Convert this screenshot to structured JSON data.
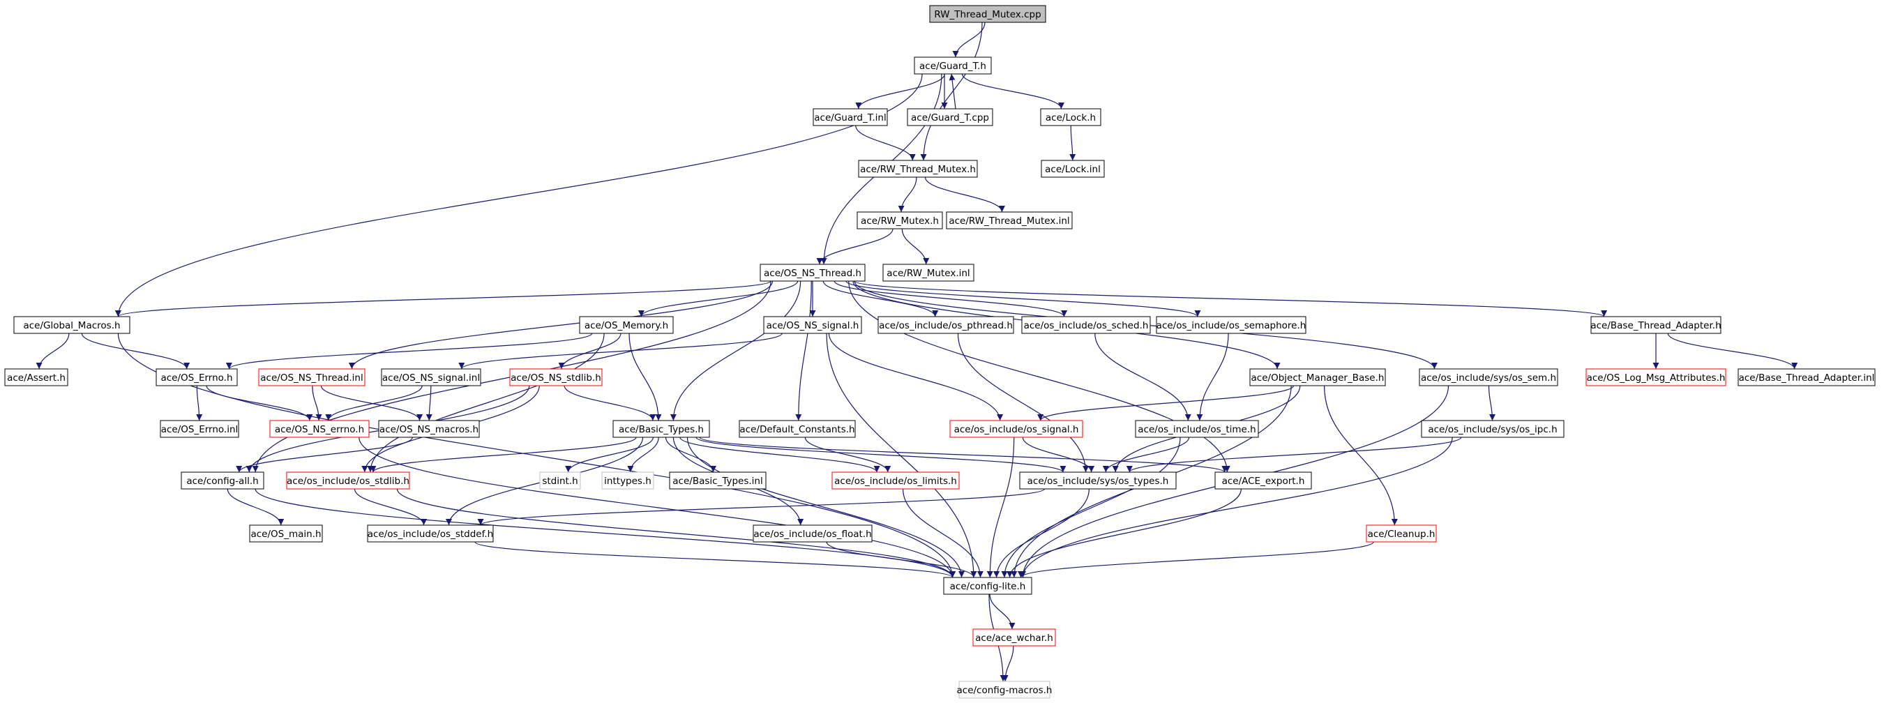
{
  "colors": {
    "edge": "#191970",
    "node_border": "#000000",
    "node_missing_border": "#ff0000",
    "node_external_border": "#bfbfbf",
    "root_fill": "#bfbfbf",
    "text": "#000000"
  },
  "graph": {
    "nodes": [
      {
        "id": "rw_cpp",
        "label": "RW_Thread_Mutex.cpp",
        "style": "root"
      },
      {
        "id": "guard_h",
        "label": "ace/Guard_T.h",
        "style": "normal"
      },
      {
        "id": "guard_inl",
        "label": "ace/Guard_T.inl",
        "style": "normal"
      },
      {
        "id": "guard_cpp",
        "label": "ace/Guard_T.cpp",
        "style": "normal"
      },
      {
        "id": "lock_h",
        "label": "ace/Lock.h",
        "style": "normal"
      },
      {
        "id": "lock_inl",
        "label": "ace/Lock.inl",
        "style": "normal"
      },
      {
        "id": "rwtm_h",
        "label": "ace/RW_Thread_Mutex.h",
        "style": "normal"
      },
      {
        "id": "rwm_h",
        "label": "ace/RW_Mutex.h",
        "style": "normal"
      },
      {
        "id": "rwtm_inl",
        "label": "ace/RW_Thread_Mutex.inl",
        "style": "normal"
      },
      {
        "id": "osnst_h",
        "label": "ace/OS_NS_Thread.h",
        "style": "normal"
      },
      {
        "id": "rwm_inl",
        "label": "ace/RW_Mutex.inl",
        "style": "normal"
      },
      {
        "id": "gm_h",
        "label": "ace/Global_Macros.h",
        "style": "normal"
      },
      {
        "id": "osmem_h",
        "label": "ace/OS_Memory.h",
        "style": "normal"
      },
      {
        "id": "osnssig_h",
        "label": "ace/OS_NS_signal.h",
        "style": "normal"
      },
      {
        "id": "pthread_h",
        "label": "ace/os_include/os_pthread.h",
        "style": "normal"
      },
      {
        "id": "sched_h",
        "label": "ace/os_include/os_sched.h",
        "style": "normal"
      },
      {
        "id": "sema_h",
        "label": "ace/os_include/os_semaphore.h",
        "style": "normal"
      },
      {
        "id": "bta_h",
        "label": "ace/Base_Thread_Adapter.h",
        "style": "normal"
      },
      {
        "id": "assert_h",
        "label": "ace/Assert.h",
        "style": "normal"
      },
      {
        "id": "errno_h",
        "label": "ace/OS_Errno.h",
        "style": "normal"
      },
      {
        "id": "osnst_inl",
        "label": "ace/OS_NS_Thread.inl",
        "style": "missing"
      },
      {
        "id": "osnssig_inl",
        "label": "ace/OS_NS_signal.inl",
        "style": "normal"
      },
      {
        "id": "osnsstd_h",
        "label": "ace/OS_NS_stdlib.h",
        "style": "missing"
      },
      {
        "id": "omb_h",
        "label": "ace/Object_Manager_Base.h",
        "style": "normal"
      },
      {
        "id": "syssem_h",
        "label": "ace/os_include/sys/os_sem.h",
        "style": "normal"
      },
      {
        "id": "logmsg_h",
        "label": "ace/OS_Log_Msg_Attributes.h",
        "style": "missing"
      },
      {
        "id": "bta_inl",
        "label": "ace/Base_Thread_Adapter.inl",
        "style": "normal"
      },
      {
        "id": "errno_inl",
        "label": "ace/OS_Errno.inl",
        "style": "normal"
      },
      {
        "id": "osnserr_h",
        "label": "ace/OS_NS_errno.h",
        "style": "missing"
      },
      {
        "id": "osnsmac_h",
        "label": "ace/OS_NS_macros.h",
        "style": "normal"
      },
      {
        "id": "bt_h",
        "label": "ace/Basic_Types.h",
        "style": "normal"
      },
      {
        "id": "defc_h",
        "label": "ace/Default_Constants.h",
        "style": "normal"
      },
      {
        "id": "ossig_h",
        "label": "ace/os_include/os_signal.h",
        "style": "missing"
      },
      {
        "id": "ostime_h",
        "label": "ace/os_include/os_time.h",
        "style": "normal"
      },
      {
        "id": "sysipc_h",
        "label": "ace/os_include/sys/os_ipc.h",
        "style": "normal"
      },
      {
        "id": "cfgall_h",
        "label": "ace/config-all.h",
        "style": "normal"
      },
      {
        "id": "osstd_h",
        "label": "ace/os_include/os_stdlib.h",
        "style": "missing"
      },
      {
        "id": "stdint_h",
        "label": "stdint.h",
        "style": "external"
      },
      {
        "id": "inttypes_h",
        "label": "inttypes.h",
        "style": "external"
      },
      {
        "id": "bt_inl",
        "label": "ace/Basic_Types.inl",
        "style": "normal"
      },
      {
        "id": "limits_h",
        "label": "ace/os_include/os_limits.h",
        "style": "missing"
      },
      {
        "id": "systypes_h",
        "label": "ace/os_include/sys/os_types.h",
        "style": "normal"
      },
      {
        "id": "export_h",
        "label": "ace/ACE_export.h",
        "style": "normal"
      },
      {
        "id": "osmain_h",
        "label": "ace/OS_main.h",
        "style": "normal"
      },
      {
        "id": "stddef_h",
        "label": "ace/os_include/os_stddef.h",
        "style": "normal"
      },
      {
        "id": "float_h",
        "label": "ace/os_include/os_float.h",
        "style": "normal"
      },
      {
        "id": "cleanup_h",
        "label": "ace/Cleanup.h",
        "style": "missing"
      },
      {
        "id": "cfglite_h",
        "label": "ace/config-lite.h",
        "style": "normal"
      },
      {
        "id": "wchar_h",
        "label": "ace/ace_wchar.h",
        "style": "missing"
      },
      {
        "id": "cfgmac_h",
        "label": "ace/config-macros.h",
        "style": "external"
      }
    ],
    "edges": [
      [
        "rw_cpp",
        "guard_h"
      ],
      [
        "rw_cpp",
        "rwtm_h"
      ],
      [
        "guard_h",
        "guard_inl"
      ],
      [
        "guard_h",
        "guard_cpp"
      ],
      [
        "guard_h",
        "lock_h"
      ],
      [
        "guard_h",
        "osnst_h"
      ],
      [
        "guard_h",
        "gm_h"
      ],
      [
        "guard_cpp",
        "guard_h"
      ],
      [
        "guard_inl",
        "rwtm_h"
      ],
      [
        "lock_h",
        "lock_inl"
      ],
      [
        "rwtm_h",
        "rwm_h"
      ],
      [
        "rwtm_h",
        "rwtm_inl"
      ],
      [
        "rwm_h",
        "osnst_h"
      ],
      [
        "rwm_h",
        "rwm_inl"
      ],
      [
        "osnst_h",
        "gm_h"
      ],
      [
        "osnst_h",
        "osmem_h"
      ],
      [
        "osnst_h",
        "osnssig_h"
      ],
      [
        "osnst_h",
        "pthread_h"
      ],
      [
        "osnst_h",
        "sched_h"
      ],
      [
        "osnst_h",
        "sema_h"
      ],
      [
        "osnst_h",
        "bta_h"
      ],
      [
        "osnst_h",
        "osnst_inl"
      ],
      [
        "osnst_h",
        "omb_h"
      ],
      [
        "osnst_h",
        "syssem_h"
      ],
      [
        "osnst_h",
        "bt_h"
      ],
      [
        "osnst_h",
        "defc_h"
      ],
      [
        "osnst_h",
        "cfgall_h"
      ],
      [
        "osnst_h",
        "export_h"
      ],
      [
        "gm_h",
        "assert_h"
      ],
      [
        "gm_h",
        "errno_h"
      ],
      [
        "gm_h",
        "cfglite_h"
      ],
      [
        "osmem_h",
        "errno_h"
      ],
      [
        "osmem_h",
        "osnsstd_h"
      ],
      [
        "osmem_h",
        "bt_h"
      ],
      [
        "osmem_h",
        "osstd_h"
      ],
      [
        "osnssig_h",
        "osnssig_inl"
      ],
      [
        "osnssig_h",
        "ossig_h"
      ],
      [
        "osnssig_h",
        "cfglite_h"
      ],
      [
        "pthread_h",
        "systypes_h"
      ],
      [
        "sched_h",
        "ostime_h"
      ],
      [
        "sema_h",
        "ostime_h"
      ],
      [
        "bta_h",
        "logmsg_h"
      ],
      [
        "bta_h",
        "bta_inl"
      ],
      [
        "errno_h",
        "errno_inl"
      ],
      [
        "errno_h",
        "osnserr_h"
      ],
      [
        "osnst_inl",
        "osnserr_h"
      ],
      [
        "osnst_inl",
        "osnsmac_h"
      ],
      [
        "osnssig_inl",
        "osnserr_h"
      ],
      [
        "osnssig_inl",
        "osnsmac_h"
      ],
      [
        "osnsstd_h",
        "bt_h"
      ],
      [
        "osnsstd_h",
        "osstd_h"
      ],
      [
        "osnsstd_h",
        "cfgall_h"
      ],
      [
        "omb_h",
        "ossig_h"
      ],
      [
        "omb_h",
        "systypes_h"
      ],
      [
        "omb_h",
        "cleanup_h"
      ],
      [
        "omb_h",
        "cfglite_h"
      ],
      [
        "syssem_h",
        "sysipc_h"
      ],
      [
        "syssem_h",
        "cfglite_h"
      ],
      [
        "osnserr_h",
        "cfglite_h"
      ],
      [
        "osnsmac_h",
        "cfgall_h"
      ],
      [
        "bt_h",
        "cfglite_h"
      ],
      [
        "bt_h",
        "stdint_h"
      ],
      [
        "bt_h",
        "inttypes_h"
      ],
      [
        "bt_h",
        "bt_inl"
      ],
      [
        "bt_h",
        "limits_h"
      ],
      [
        "bt_h",
        "systypes_h"
      ],
      [
        "bt_h",
        "export_h"
      ],
      [
        "bt_h",
        "float_h"
      ],
      [
        "bt_h",
        "osstd_h"
      ],
      [
        "bt_h",
        "stddef_h"
      ],
      [
        "defc_h",
        "limits_h"
      ],
      [
        "ossig_h",
        "systypes_h"
      ],
      [
        "ossig_h",
        "cfglite_h"
      ],
      [
        "ostime_h",
        "systypes_h"
      ],
      [
        "ostime_h",
        "cfglite_h"
      ],
      [
        "sysipc_h",
        "systypes_h"
      ],
      [
        "sysipc_h",
        "cfglite_h"
      ],
      [
        "cfgall_h",
        "osmain_h"
      ],
      [
        "cfgall_h",
        "cfglite_h"
      ],
      [
        "osstd_h",
        "stddef_h"
      ],
      [
        "osstd_h",
        "cfglite_h"
      ],
      [
        "limits_h",
        "cfglite_h"
      ],
      [
        "systypes_h",
        "stddef_h"
      ],
      [
        "systypes_h",
        "cfglite_h"
      ],
      [
        "export_h",
        "cfglite_h"
      ],
      [
        "stddef_h",
        "cfglite_h"
      ],
      [
        "float_h",
        "cfglite_h"
      ],
      [
        "cleanup_h",
        "cfglite_h"
      ],
      [
        "cfglite_h",
        "wchar_h"
      ],
      [
        "cfglite_h",
        "cfgmac_h"
      ],
      [
        "wchar_h",
        "cfgmac_h"
      ]
    ]
  }
}
